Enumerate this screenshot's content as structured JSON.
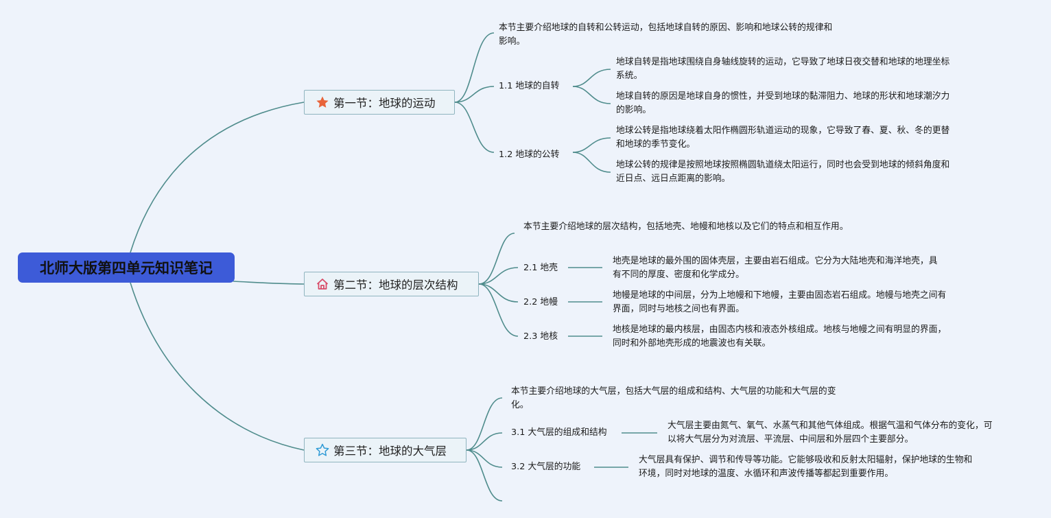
{
  "root": {
    "title": "北师大版第四单元知识笔记"
  },
  "sections": [
    {
      "icon": "star-filled-icon",
      "title": "第一节：地球的运动",
      "intro": "本节主要介绍地球的自转和公转运动，包括地球自转的原因、影响和地球公转的规律和影响。",
      "topics": [
        {
          "label": "1.1 地球的自转",
          "notes": [
            "地球自转是指地球围绕自身轴线旋转的运动，它导致了地球日夜交替和地球的地理坐标系统。",
            "地球自转的原因是地球自身的惯性，并受到地球的黏滞阻力、地球的形状和地球潮汐力的影响。"
          ]
        },
        {
          "label": "1.2 地球的公转",
          "notes": [
            "地球公转是指地球绕着太阳作椭圆形轨道运动的现象，它导致了春、夏、秋、冬的更替和地球的季节变化。",
            "地球公转的规律是按照地球按照椭圆轨道绕太阳运行，同时也会受到地球的倾斜角度和近日点、远日点距离的影响。"
          ]
        }
      ]
    },
    {
      "icon": "house-icon",
      "title": "第二节：地球的层次结构",
      "intro": "本节主要介绍地球的层次结构，包括地壳、地幔和地核以及它们的特点和相互作用。",
      "topics": [
        {
          "label": "2.1 地壳",
          "note": "地壳是地球的最外围的固体壳层，主要由岩石组成。它分为大陆地壳和海洋地壳，具有不同的厚度、密度和化学成分。"
        },
        {
          "label": "2.2 地幔",
          "note": "地幔是地球的中间层，分为上地幔和下地幔，主要由固态岩石组成。地幔与地壳之间有界面，同时与地核之间也有界面。"
        },
        {
          "label": "2.3 地核",
          "note": "地核是地球的最内核层，由固态内核和液态外核组成。地核与地幔之间有明显的界面，同时和外部地壳形成的地震波也有关联。"
        }
      ]
    },
    {
      "icon": "star-outline-icon",
      "title": "第三节：地球的大气层",
      "intro": "本节主要介绍地球的大气层，包括大气层的组成和结构、大气层的功能和大气层的变化。",
      "topics": [
        {
          "label": "3.1 大气层的组成和结构",
          "note": "大气层主要由氮气、氧气、水蒸气和其他气体组成。根据气温和气体分布的变化，可以将大气层分为对流层、平流层、中间层和外层四个主要部分。"
        },
        {
          "label": "3.2 大气层的功能",
          "note": "大气层具有保护、调节和传导等功能。它能够吸收和反射太阳辐射，保护地球的生物和环境，同时对地球的温度、水循环和声波传播等都起到重要作用。"
        }
      ]
    }
  ],
  "colors": {
    "root_bg": "#3d5bd8",
    "line": "#4f8c8c",
    "star_filled": "#e8643a",
    "house": "#d84b68",
    "star_outline": "#2f9bd6"
  }
}
